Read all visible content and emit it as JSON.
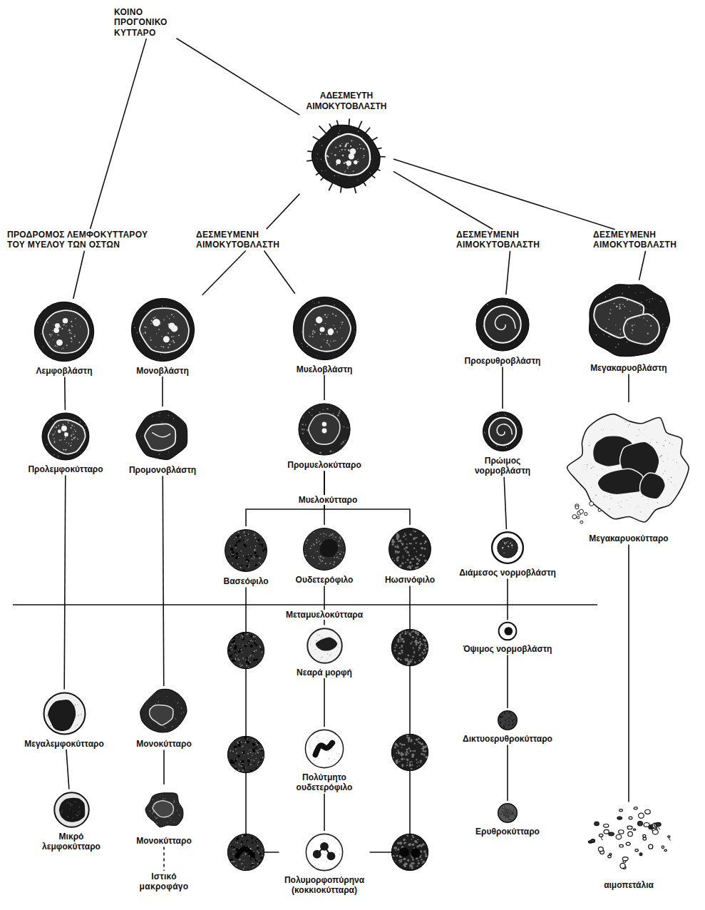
{
  "diagram": {
    "nodes": [
      {
        "text": [
          "ΚΟΙΝΟ ΠΡΟΓΟΝΙΚΟ ΚΥΤΤΑΡΟ"
        ]
      },
      {
        "text": [
          "ΑΔΕΣΜΕΥΤΗ ΑΙΜΟΚΥΤΟΒΛΑΣΤΗ"
        ]
      },
      {
        "text": [
          "ΠΡΟΔΡΟΜΟΣ ΛΕΜΦΟΚΥΤΤΑΡΟΥ ΤΟΥ ΜΥΕΛΟΥ ΤΩΝ ΟΣΤΩΝ"
        ]
      },
      {
        "text": [
          "ΔΕΣΜΕΥΜΕΝΗ ΑΙΜΟΚΥΤΟΒΛΑΣΤΗ"
        ]
      },
      {
        "text": [
          "ΔΕΣΜΕΥΜΕΝΗ ΑΙΜΟΚΥΤΟΒΛΑΣΤΗ"
        ]
      },
      {
        "text": [
          "ΔΕΣΜΕΥΜΕΝΗ ΑΙΜΟΚΥΤΟΒΛΑΣΤΗ"
        ]
      },
      {
        "text": [
          "Λεμφοβλάστη"
        ]
      },
      {
        "text": [
          "Μονοβλάστη"
        ]
      },
      {
        "text": [
          "Μυελοβλάστη"
        ]
      },
      {
        "text": [
          "Προερυθροβλάστη"
        ]
      },
      {
        "text": [
          "Μεγακαρυοβλάστη"
        ]
      },
      {
        "text": [
          "Προλεμφοκύτταρο"
        ]
      },
      {
        "text": [
          "Προμονοβλάστη"
        ]
      },
      {
        "text": [
          "Προμυελοκύτταρο"
        ]
      },
      {
        "text": [
          "Πρώιμος νορμοβλάστη"
        ]
      },
      {
        "text": [
          "Μεγακαρυοκύτταρο"
        ]
      },
      {
        "text": [
          "Βασεόφιλο"
        ]
      },
      {
        "text": [
          "Ουδετερόφιλο"
        ]
      },
      {
        "text": [
          "Ηωσινόφιλο"
        ]
      },
      {
        "text": [
          "Διάμεσος νορμοβλάστη"
        ]
      },
      {
        "text": [
          "Νεαρά μορφή"
        ]
      },
      {
        "text": [
          "Όψιμος νορμοβλάστη"
        ]
      },
      {
        "text": [
          "Μεγαλεμφοκύτταρο"
        ]
      },
      {
        "text": [
          "Μονοκύτταρο"
        ]
      },
      {
        "text": [
          "Πολύτμητο ουδετερόφιλο"
        ]
      },
      {
        "text": [
          "Δικτυοερυθροκύτταρο"
        ]
      },
      {
        "text": [
          "Μικρό λεμφοκύτταρο"
        ]
      },
      {
        "text": [
          "Μονοκύτταρο"
        ]
      },
      {
        "text": [
          "Ιστικό μακροφάγο"
        ]
      },
      {
        "text": [
          "Ερυθροκύτταρο"
        ]
      },
      {
        "text": [
          "Πολυμορφοπύρηνα (κοκκιοκύτταρα)"
        ]
      },
      {
        "text": [
          "αιμοπετάλια"
        ]
      }
    ],
    "edges": [
      {
        "from": 0,
        "to": 1,
        "arrow": "none"
      },
      {
        "from": 0,
        "to": 2,
        "arrow": "none"
      },
      {
        "from": 1,
        "to": 3,
        "arrow": "none"
      },
      {
        "from": 1,
        "to": 4,
        "arrow": "none"
      },
      {
        "from": 1,
        "to": 5,
        "arrow": "none"
      },
      {
        "from": 2,
        "to": 6,
        "arrow": "none"
      },
      {
        "from": 3,
        "to": 7,
        "arrow": "none"
      },
      {
        "from": 3,
        "to": 8,
        "arrow": "none"
      },
      {
        "from": 4,
        "to": 9,
        "arrow": "none"
      },
      {
        "from": 5,
        "to": 10,
        "arrow": "none"
      },
      {
        "from": 6,
        "to": 11,
        "arrow": "none"
      },
      {
        "from": 7,
        "to": 12,
        "arrow": "none"
      },
      {
        "from": 8,
        "to": 13,
        "arrow": "none"
      },
      {
        "from": 9,
        "to": 14,
        "arrow": "none"
      },
      {
        "from": 10,
        "to": 15,
        "arrow": "none"
      },
      {
        "from": 13,
        "to": 16,
        "arrow": "none"
      },
      {
        "from": 13,
        "to": 17,
        "arrow": "none"
      },
      {
        "from": 13,
        "to": 18,
        "arrow": "none"
      },
      {
        "from": 14,
        "to": 19,
        "arrow": "none"
      },
      {
        "from": 11,
        "to": 22,
        "arrow": "none"
      },
      {
        "from": 12,
        "to": 23,
        "arrow": "none"
      },
      {
        "from": 16,
        "to": 30,
        "arrow": "none"
      },
      {
        "from": 17,
        "to": 20,
        "arrow": "none"
      },
      {
        "from": 18,
        "to": 30,
        "arrow": "none"
      },
      {
        "from": 19,
        "to": 21,
        "arrow": "none"
      },
      {
        "from": 20,
        "to": 24,
        "arrow": "none"
      },
      {
        "from": 21,
        "to": 25,
        "arrow": "none"
      },
      {
        "from": 22,
        "to": 26,
        "arrow": "none"
      },
      {
        "from": 23,
        "to": 27,
        "arrow": "none"
      },
      {
        "from": 24,
        "to": 30,
        "arrow": "none"
      },
      {
        "from": 25,
        "to": 29,
        "arrow": "none"
      },
      {
        "from": 27,
        "to": 28,
        "arrow": "none"
      },
      {
        "from": 15,
        "to": 31,
        "arrow": "none"
      }
    ],
    "labels": [
      "Μυελοκύτταρο",
      "Μεταμυελοκύτταρα"
    ]
  }
}
